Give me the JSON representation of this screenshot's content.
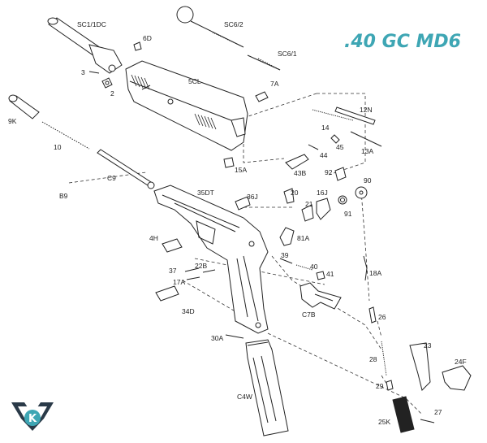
{
  "diagram": {
    "title": ".40 GC MD6",
    "title_color": "#3ea6b4",
    "labels": {
      "sc1_1dc": "SC1/1DC",
      "sc6_2": "SC6/2",
      "sc6_1": "SC6/1",
      "p6d": "6D",
      "p3": "3",
      "p2": "2",
      "p5cl": "5CL",
      "p7a": "7A",
      "p9k": "9K",
      "p10": "10",
      "p12n": "12N",
      "p14": "14",
      "p45": "45",
      "p13a": "13A",
      "p44": "44",
      "p15a": "15A",
      "p43b": "43B",
      "p92": "92",
      "p90": "90",
      "c9": "C9",
      "b9": "B9",
      "p35dt": "35DT",
      "p36j": "36J",
      "p20": "20",
      "p21": "21",
      "p16j": "16J",
      "p91": "91",
      "p4h": "4H",
      "p81a": "81A",
      "p39": "39",
      "p40": "40",
      "p41": "41",
      "p37": "37",
      "p22b": "22B",
      "p17a": "17A",
      "p18a": "18A",
      "p34d": "34D",
      "c7b": "C7B",
      "p26": "26",
      "p30a": "30A",
      "p23": "23",
      "p24f": "24F",
      "p28": "28",
      "c4w": "C4W",
      "p29": "29",
      "p27": "27",
      "p25k": "25K"
    },
    "logo": {
      "letter": "K",
      "color": "#3ea6b4"
    }
  }
}
